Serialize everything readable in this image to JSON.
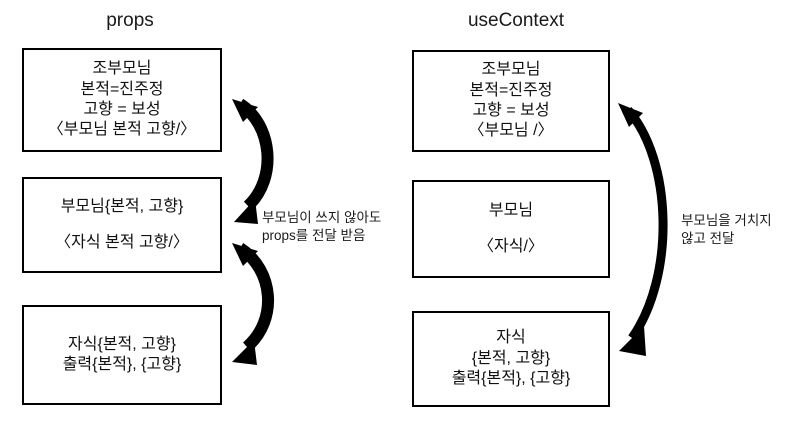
{
  "diagram": {
    "columns": [
      {
        "id": "props",
        "title": "props"
      },
      {
        "id": "usecontext",
        "title": "useContext"
      }
    ],
    "props_column": {
      "boxes": [
        {
          "name": "grandparent",
          "lines": [
            "조부모님",
            "본적=진주정",
            "고향 = 보성",
            "〈부모님 본적 고향/〉"
          ]
        },
        {
          "name": "parent",
          "lines": [
            "부모님{본적, 고향}",
            "〈자식 본적 고향/〉"
          ]
        },
        {
          "name": "child",
          "lines": [
            "자식{본적, 고향}",
            "출력{본적}, {고향}"
          ]
        }
      ],
      "edge_label": "부모님이 쓰지 않아도\nprops를 전달 받음"
    },
    "usecontext_column": {
      "boxes": [
        {
          "name": "grandparent",
          "lines": [
            "조부모님",
            "본적=진주정",
            "고향 = 보성",
            "〈부모님 /〉"
          ]
        },
        {
          "name": "parent",
          "lines": [
            "부모님",
            "〈자식/〉"
          ]
        },
        {
          "name": "child",
          "lines": [
            "자식",
            "{본적, 고향}",
            "출력{본적}, {고향}"
          ]
        }
      ],
      "edge_label": "부모님을 거치지\n않고 전달"
    },
    "colors": {
      "background": "#ffffff",
      "box_border": "#000000",
      "text": "#111111",
      "arrow": "#000000"
    }
  }
}
